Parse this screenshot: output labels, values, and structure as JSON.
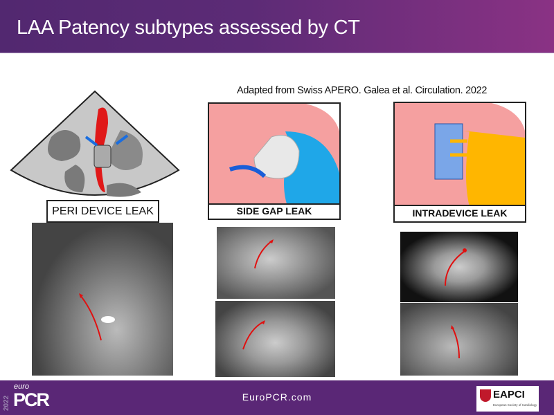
{
  "header": {
    "title": "LAA Patency subtypes assessed by CT"
  },
  "citation": "Adapted from Swiss APERO. Galea et al. Circulation. 2022",
  "panels": [
    {
      "label": "PERI DEVICE LEAK"
    },
    {
      "label": "SIDE GAP LEAK"
    },
    {
      "label": "INTRADEVICE LEAK"
    }
  ],
  "footer": {
    "year": "2022",
    "logo_small": "euro",
    "logo_main": "PCR",
    "website": "EuroPCR.com",
    "partner_logo": "EAPCI",
    "partner_sub": "European Society of Cardiology"
  },
  "colors": {
    "banner": "#5a2776",
    "leak_red": "#e01010",
    "blue": "#1fa7e8",
    "orange": "#ffb600",
    "tissue": "#f5a0a0"
  }
}
